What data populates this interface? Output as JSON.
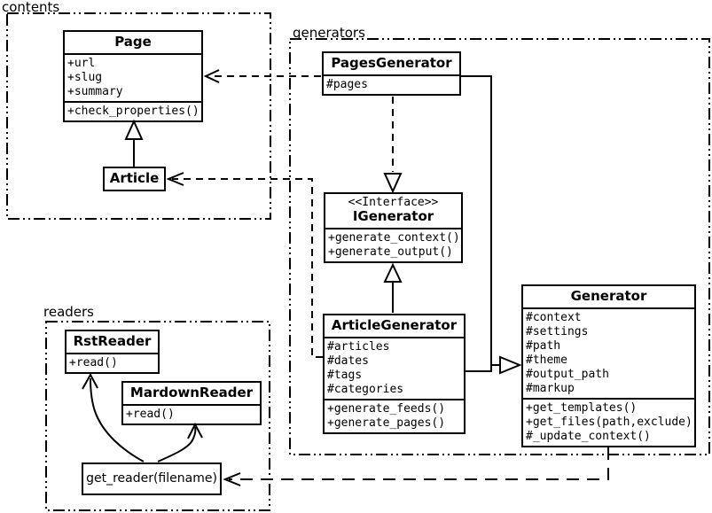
{
  "diagram_type": "uml-class-diagram",
  "colors": {
    "line": "#000000",
    "background": "#ffffff",
    "text": "#000000"
  },
  "packages": {
    "contents": {
      "label": "contents"
    },
    "generators": {
      "label": "generators"
    },
    "readers": {
      "label": "readers"
    }
  },
  "classes": {
    "page": {
      "title": "Page",
      "attributes": [
        "+url",
        "+slug",
        "+summary"
      ],
      "methods": [
        "+check_properties()"
      ]
    },
    "article": {
      "title": "Article"
    },
    "pages_generator": {
      "title": "PagesGenerator",
      "attributes": [
        "#pages"
      ]
    },
    "igenerator": {
      "stereotype": "<<Interface>>",
      "title": "IGenerator",
      "methods": [
        "+generate_context()",
        "+generate_output()"
      ]
    },
    "article_generator": {
      "title": "ArticleGenerator",
      "attributes": [
        "#articles",
        "#dates",
        "#tags",
        "#categories"
      ],
      "methods": [
        "+generate_feeds()",
        "+generate_pages()"
      ]
    },
    "generator": {
      "title": "Generator",
      "attributes": [
        "#context",
        "#settings",
        "#path",
        "#theme",
        "#output_path",
        "#markup"
      ],
      "methods": [
        "+get_templates()",
        "+get_files(path,exclude)",
        "#_update_context()"
      ]
    },
    "rst_reader": {
      "title": "RstReader",
      "methods": [
        "+read()"
      ]
    },
    "mardown_reader": {
      "title": "MardownReader",
      "methods": [
        "+read()"
      ]
    },
    "get_reader": {
      "label": "get_reader(filename)"
    }
  },
  "relationships": [
    {
      "from": "Article",
      "to": "Page",
      "type": "generalization"
    },
    {
      "from": "PagesGenerator",
      "to": "Page",
      "type": "dependency"
    },
    {
      "from": "ArticleGenerator",
      "to": "Article",
      "type": "dependency"
    },
    {
      "from": "PagesGenerator",
      "to": "IGenerator",
      "type": "realization"
    },
    {
      "from": "ArticleGenerator",
      "to": "IGenerator",
      "type": "generalization"
    },
    {
      "from": "PagesGenerator",
      "to": "Generator",
      "type": "generalization"
    },
    {
      "from": "ArticleGenerator",
      "to": "Generator",
      "type": "generalization"
    },
    {
      "from": "Generator",
      "to": "get_reader(filename)",
      "type": "dependency"
    },
    {
      "from": "get_reader(filename)",
      "to": "RstReader",
      "type": "arrow"
    },
    {
      "from": "get_reader(filename)",
      "to": "MardownReader",
      "type": "arrow"
    }
  ]
}
